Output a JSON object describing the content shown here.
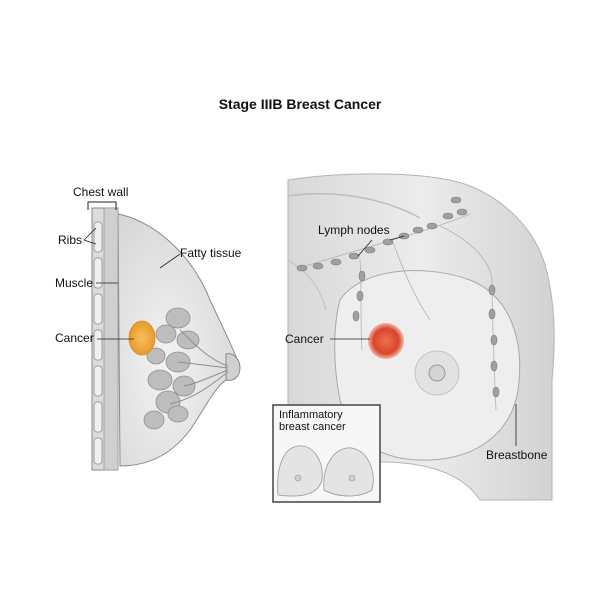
{
  "title": "Stage IIIB Breast Cancer",
  "side_view": {
    "labels": {
      "chest_wall": "Chest wall",
      "ribs": "Ribs",
      "muscle": "Muscle",
      "cancer": "Cancer",
      "fatty_tissue": "Fatty tissue"
    }
  },
  "front_view": {
    "labels": {
      "lymph_nodes": "Lymph nodes",
      "cancer": "Cancer",
      "breastbone": "Breastbone"
    }
  },
  "inset": {
    "line1": "Inflammatory",
    "line2": "breast cancer"
  },
  "colors": {
    "tumor_side": "#f0a030",
    "tumor_front": "#d8452a",
    "tissue": "#e6e6e6",
    "outline": "#8a8a8a",
    "lymph_node": "#9a9a9a"
  }
}
